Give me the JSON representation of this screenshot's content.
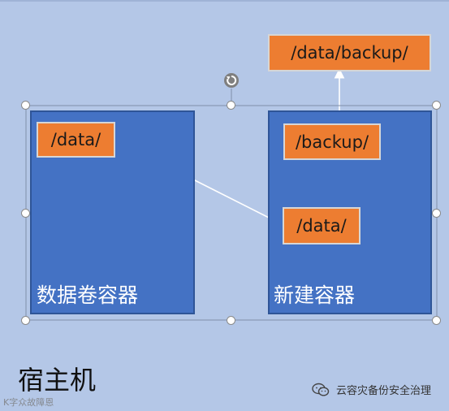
{
  "diagram": {
    "host_label": "宿主机",
    "volume_container": {
      "title": "数据卷容器",
      "path": "/data/"
    },
    "new_container": {
      "title": "新建容器",
      "backup_path": "/backup/",
      "data_path": "/data/"
    },
    "host_backup_path": "/data/backup/",
    "colors": {
      "background": "#b4c7e7",
      "container_fill": "#4472c4",
      "path_fill": "#ed7d31",
      "arrow": "#ffffff"
    }
  },
  "watermarks": {
    "left": "K字众故障恩",
    "right": "云容灾备份安全治理",
    "right_icon": "wechat-icon"
  }
}
